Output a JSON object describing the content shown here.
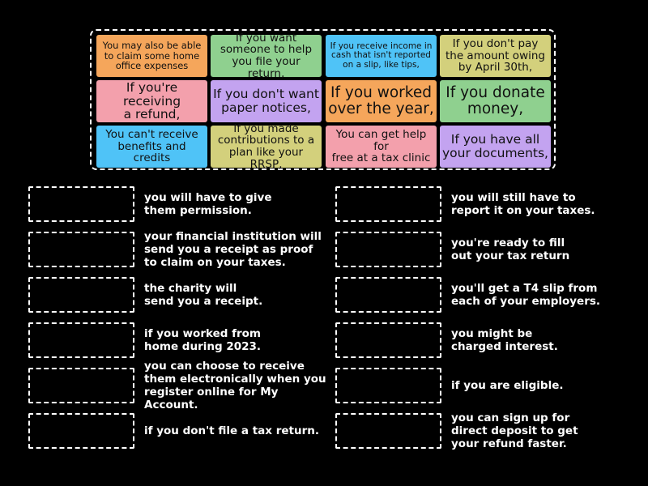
{
  "tiles": [
    {
      "text": "You may also be able\nto claim some home\noffice expenses",
      "color": "#f5a65b"
    },
    {
      "text": "If you want\nsomeone to help\nyou file your return,",
      "color": "#8fd08f"
    },
    {
      "text": "If you receive income in\ncash that isn't reported\non a slip, like tips,",
      "color": "#4fc3f7"
    },
    {
      "text": "If you don't pay\nthe amount owing\nby April 30th,",
      "color": "#d3d07c"
    },
    {
      "text": "If you're receiving\na refund,",
      "color": "#f3a0ac"
    },
    {
      "text": "If you don't want\npaper notices,",
      "color": "#c3a3f0"
    },
    {
      "text": "If you worked\nover the year,",
      "color": "#f5a65b"
    },
    {
      "text": "If you donate\nmoney,",
      "color": "#8fd08f"
    },
    {
      "text": "You can't receive\nbenefits and credits",
      "color": "#4fc3f7"
    },
    {
      "text": "If you made\ncontributions to a\nplan like your RRSP,",
      "color": "#d3d07c"
    },
    {
      "text": "You can get help for\nfree at a tax clinic",
      "color": "#f3a0ac"
    },
    {
      "text": "If you have all\nyour documents,",
      "color": "#c3a3f0"
    }
  ],
  "left_clues": [
    "you will have to give\nthem permission.",
    "your financial institution will\nsend you a receipt as proof\nto claim on your taxes.",
    "the charity will\nsend you a receipt.",
    "if you worked from\nhome during 2023.",
    "you can choose to receive\nthem electronically when you\nregister online for My Account.",
    "if you don't file a tax return."
  ],
  "right_clues": [
    "you will still have to\nreport it on your taxes.",
    "you're ready to fill\nout your tax return",
    "you'll get a T4 slip from\neach of your employers.",
    "you might be\ncharged interest.",
    "if you are eligible.",
    "you can sign up for\ndirect deposit to get\nyour refund faster."
  ]
}
